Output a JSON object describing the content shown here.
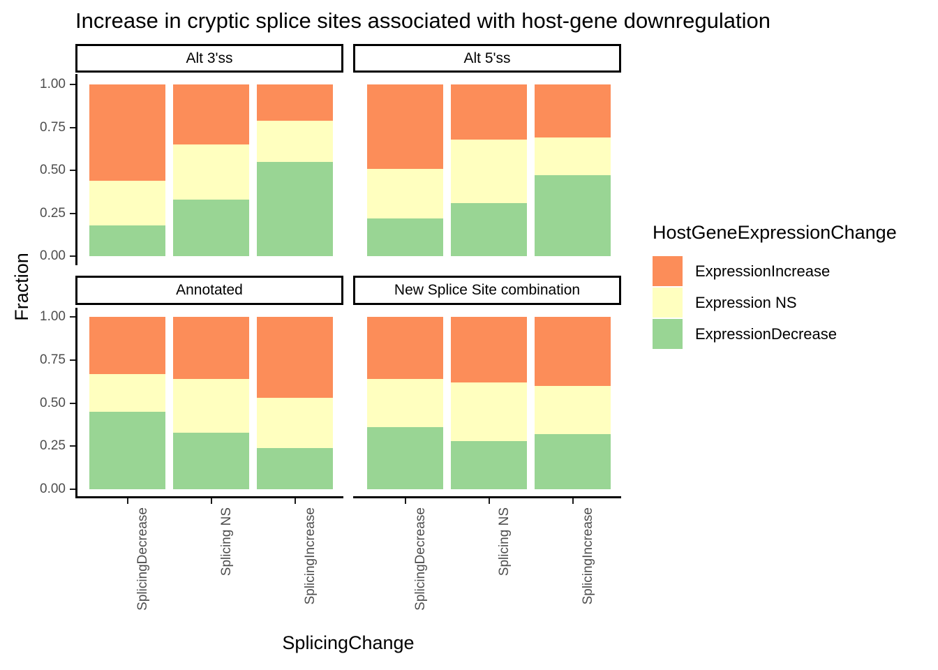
{
  "title": "Increase in cryptic splice sites associated with host-gene downregulation",
  "legend": {
    "title": "HostGeneExpressionChange",
    "items": [
      {
        "label": "ExpressionIncrease"
      },
      {
        "label": "Expression NS"
      },
      {
        "label": "ExpressionDecrease"
      }
    ]
  },
  "chart_data": {
    "type": "bar",
    "stacked": true,
    "normalized": true,
    "title": "Increase in cryptic splice sites associated with host-gene downregulation",
    "xlabel": "SplicingChange",
    "ylabel": "Fraction",
    "ylim": [
      0,
      1
    ],
    "yticks": [
      0,
      0.25,
      0.5,
      0.75,
      1
    ],
    "ytick_labels": [
      "0.00",
      "0.25",
      "0.50",
      "0.75",
      "1.00"
    ],
    "categories": [
      "SplicingDecrease",
      "Splicing NS",
      "SplicingIncrease"
    ],
    "stack_order_bottom_to_top": [
      "ExpressionDecrease",
      "Expression NS",
      "ExpressionIncrease"
    ],
    "series_colors": {
      "ExpressionIncrease": "#FC8D59",
      "Expression NS": "#FFFFBF",
      "ExpressionDecrease": "#99D594"
    },
    "axis_text_color": "#4D4D4D",
    "grid": "off",
    "legend_position": "right",
    "facets": [
      {
        "label": "Alt 3'ss",
        "series": [
          {
            "name": "ExpressionDecrease",
            "values": [
              0.18,
              0.33,
              0.55
            ]
          },
          {
            "name": "Expression NS",
            "values": [
              0.26,
              0.32,
              0.24
            ]
          },
          {
            "name": "ExpressionIncrease",
            "values": [
              0.56,
              0.35,
              0.21
            ]
          }
        ]
      },
      {
        "label": "Alt 5'ss",
        "series": [
          {
            "name": "ExpressionDecrease",
            "values": [
              0.22,
              0.31,
              0.47
            ]
          },
          {
            "name": "Expression NS",
            "values": [
              0.29,
              0.37,
              0.22
            ]
          },
          {
            "name": "ExpressionIncrease",
            "values": [
              0.49,
              0.32,
              0.31
            ]
          }
        ]
      },
      {
        "label": "Annotated",
        "series": [
          {
            "name": "ExpressionDecrease",
            "values": [
              0.45,
              0.33,
              0.24
            ]
          },
          {
            "name": "Expression NS",
            "values": [
              0.22,
              0.31,
              0.29
            ]
          },
          {
            "name": "ExpressionIncrease",
            "values": [
              0.33,
              0.36,
              0.47
            ]
          }
        ]
      },
      {
        "label": "New Splice Site combination",
        "series": [
          {
            "name": "ExpressionDecrease",
            "values": [
              0.36,
              0.28,
              0.32
            ]
          },
          {
            "name": "Expression NS",
            "values": [
              0.28,
              0.34,
              0.28
            ]
          },
          {
            "name": "ExpressionIncrease",
            "values": [
              0.36,
              0.38,
              0.4
            ]
          }
        ]
      }
    ]
  }
}
